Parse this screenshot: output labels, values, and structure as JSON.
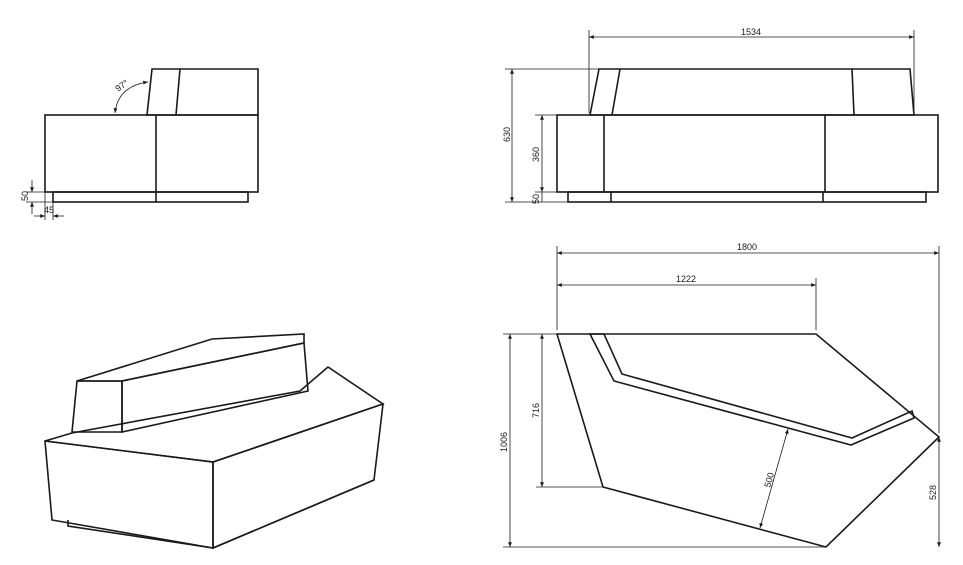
{
  "dimensions": {
    "side_angle": "97°",
    "side_base_height": "50",
    "side_base_inset": "45",
    "front_width": "1534",
    "front_total_height": "630",
    "front_seat_height": "360",
    "front_base_height": "50",
    "top_total_width": "1800",
    "top_back_width": "1222",
    "top_total_depth": "1006",
    "top_back_depth": "716",
    "top_seat_depth": "500",
    "top_right_depth": "528"
  }
}
